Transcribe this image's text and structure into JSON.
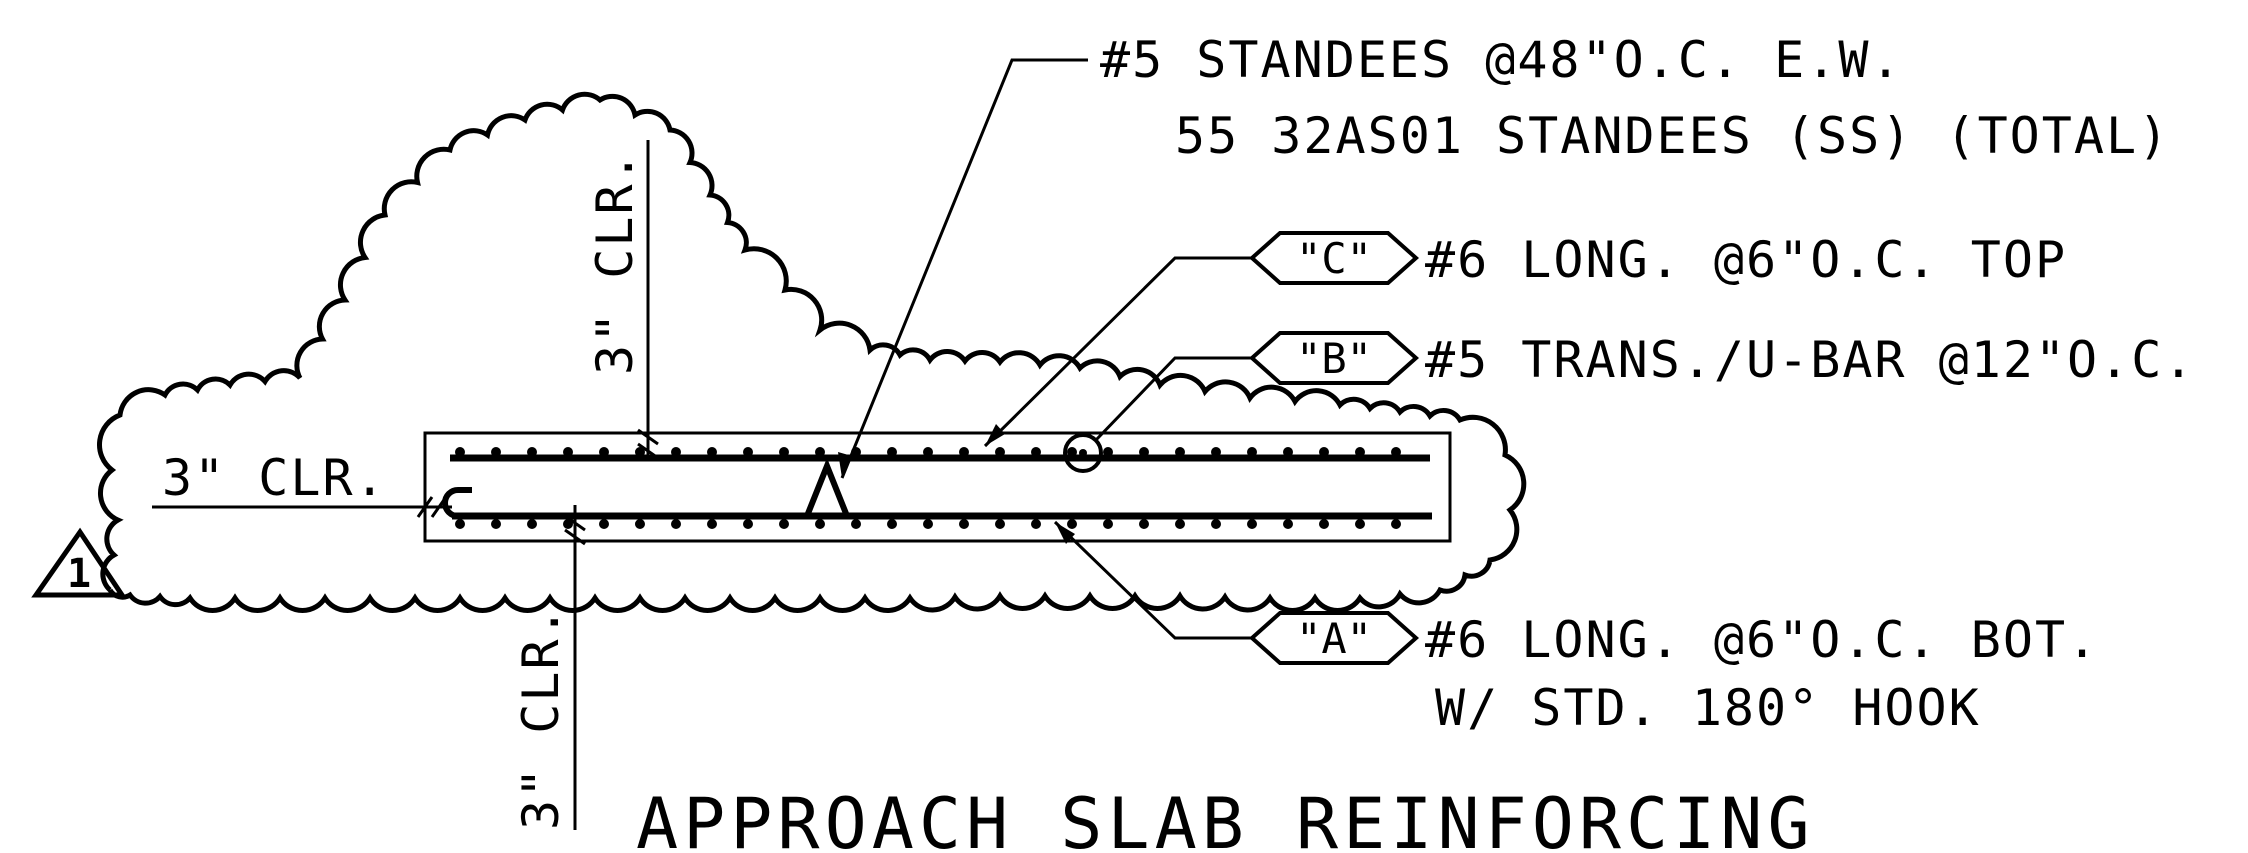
{
  "drawing": {
    "title": "APPROACH SLAB REINFORCING",
    "revision_number": "1",
    "callouts": {
      "standees_line1": "#5 STANDEES @48\"O.C. E.W.",
      "standees_line2": "55 32AS01   STANDEES (SS) (TOTAL)",
      "bar_c_tag": "\"C\"",
      "bar_c_text": "#6 LONG. @6\"O.C. TOP",
      "bar_b_tag": "\"B\"",
      "bar_b_text": "#5 TRANS./U-BAR @12\"O.C.",
      "bar_a_tag": "\"A\"",
      "bar_a_text_line1": "#6 LONG. @6\"O.C. BOT.",
      "bar_a_text_line2": "W/ STD. 180° HOOK"
    },
    "dimensions": {
      "top_clear": "3\" CLR.",
      "side_clear": "3\" CLR.",
      "bottom_clear": "3\" CLR."
    }
  }
}
